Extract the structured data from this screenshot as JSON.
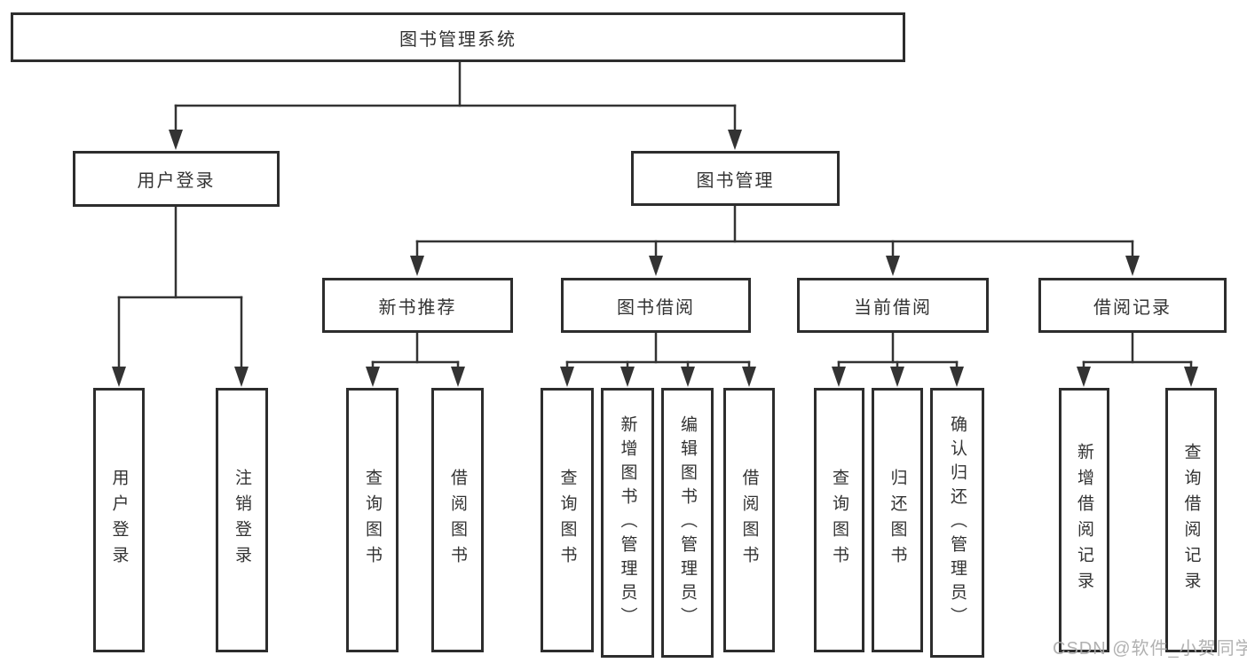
{
  "diagram": {
    "root": {
      "label": "图书管理系统"
    },
    "level1": [
      {
        "label": "用户登录"
      },
      {
        "label": "图书管理"
      }
    ],
    "level2": [
      {
        "label": "新书推荐"
      },
      {
        "label": "图书借阅"
      },
      {
        "label": "当前借阅"
      },
      {
        "label": "借阅记录"
      }
    ],
    "leaves": {
      "userLogin": [
        {
          "label": "用户登录"
        },
        {
          "label": "注销登录"
        }
      ],
      "newBookRecommend": [
        {
          "label": "查询图书"
        },
        {
          "label": "借阅图书"
        }
      ],
      "bookBorrow": [
        {
          "label": "查询图书"
        },
        {
          "label": "新增图书（管理员）"
        },
        {
          "label": "编辑图书（管理员）"
        },
        {
          "label": "借阅图书"
        }
      ],
      "currentBorrow": [
        {
          "label": "查询图书"
        },
        {
          "label": "归还图书"
        },
        {
          "label": "确认归还（管理员）"
        }
      ],
      "borrowRecords": [
        {
          "label": "新增借阅记录"
        },
        {
          "label": "查询借阅记录"
        }
      ]
    },
    "watermark": "CSDN @软件_小贺同学",
    "colors": {
      "line": "#333333",
      "border": "#2d2d2d",
      "text": "#333333",
      "watermark": "#ababab",
      "background": "#ffffff"
    }
  }
}
